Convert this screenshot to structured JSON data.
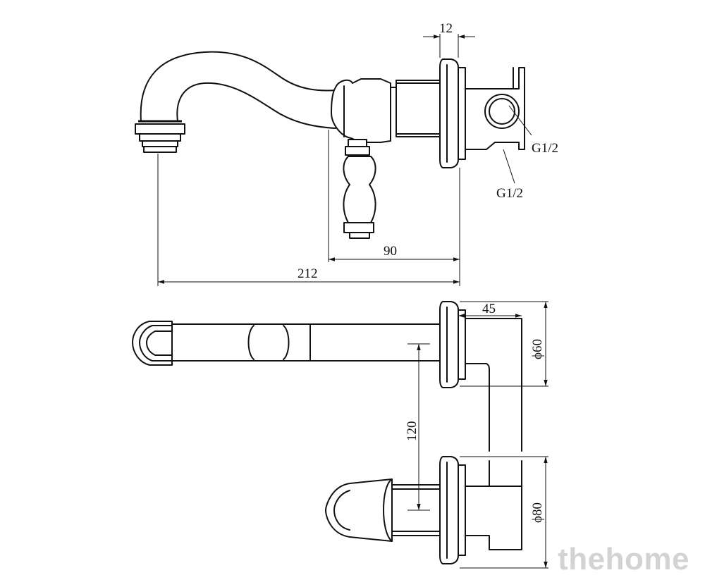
{
  "side_view": {
    "dim_width_top": "12",
    "dim_handle": "90",
    "dim_total": "212",
    "thread_1": "G1/2",
    "thread_2": "G1/2"
  },
  "top_view": {
    "dim_depth": "45",
    "dim_spacing": "120",
    "dim_diam_small": "ϕ60",
    "dim_diam_large": "ϕ80"
  },
  "watermark": "thehome"
}
